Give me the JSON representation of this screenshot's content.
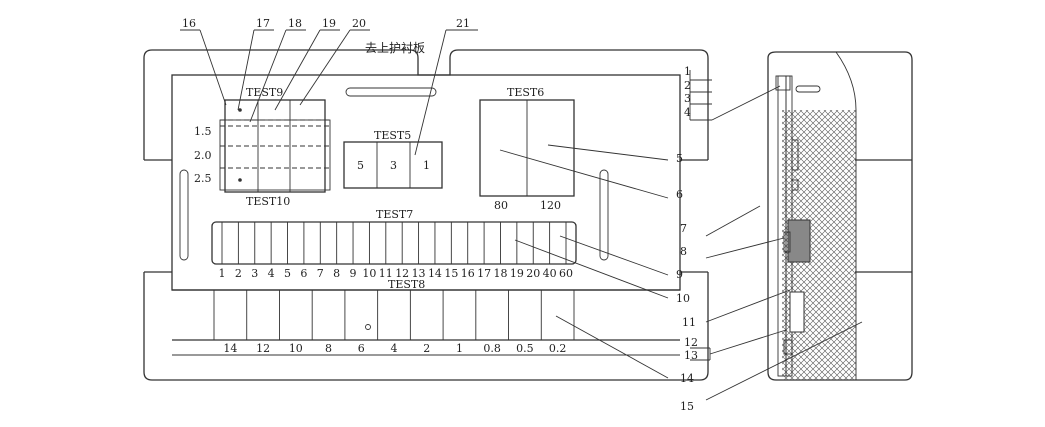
{
  "caption": "去上护衬板",
  "test_labels": {
    "test5": "TEST5",
    "test6": "TEST6",
    "test7": "TEST7",
    "test8": "TEST8",
    "test9": "TEST9",
    "test10": "TEST10"
  },
  "test9_side_labels": [
    "1.5",
    "2.0",
    "2.5"
  ],
  "test5_cells": [
    "5",
    "3",
    "1"
  ],
  "test6_labels": [
    "80",
    "120"
  ],
  "test7_scale": [
    "1",
    "2",
    "3",
    "4",
    "5",
    "6",
    "7",
    "8",
    "9",
    "10",
    "11",
    "12",
    "13",
    "14",
    "15",
    "16",
    "17",
    "18",
    "19",
    "20",
    "40",
    "60"
  ],
  "test8_scale": [
    "14",
    "12",
    "10",
    "8",
    "6",
    "4",
    "2",
    "1",
    "0.8",
    "0.5",
    "0.2"
  ],
  "callouts_top": [
    "16",
    "17",
    "18",
    "19",
    "20",
    "21"
  ],
  "callouts_right": [
    "1",
    "2",
    "3",
    "4",
    "5",
    "6",
    "7",
    "8",
    "9",
    "10",
    "11",
    "12",
    "13",
    "14",
    "15"
  ]
}
